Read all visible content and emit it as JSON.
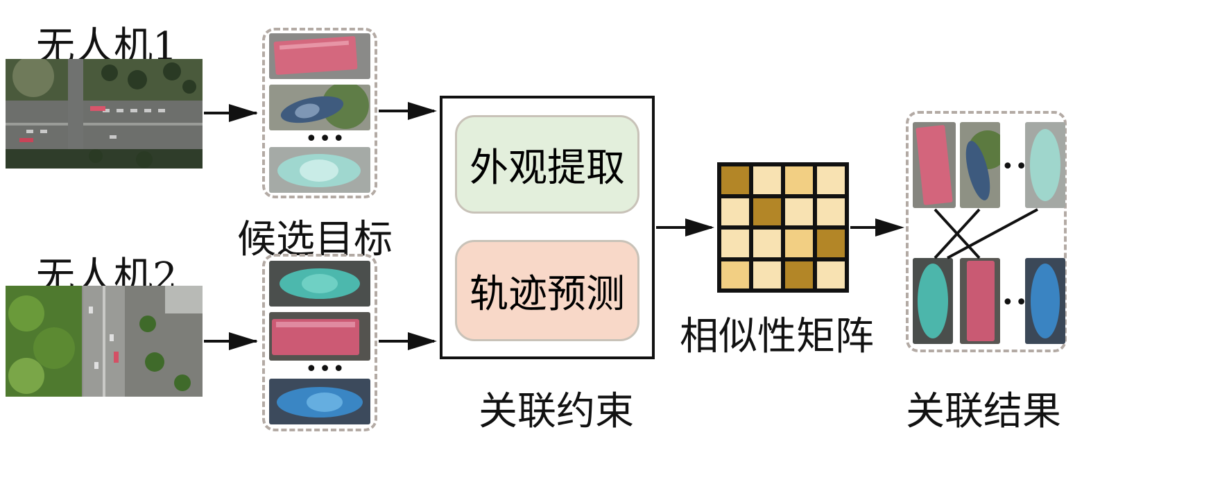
{
  "uav1": {
    "label": "无人机1"
  },
  "uav2": {
    "label": "无人机2"
  },
  "candidates": {
    "label": "候选目标",
    "ellipsis": "•••"
  },
  "constraint": {
    "label": "关联约束",
    "modules": [
      {
        "label": "外观提取",
        "color": "#e3efdc",
        "border": "#c8c2b8"
      },
      {
        "label": "轨迹预测",
        "color": "#f8d8c8",
        "border": "#c8c2b8"
      }
    ]
  },
  "matrix": {
    "label": "相似性矩阵",
    "colors": {
      "high": "#b38627",
      "low": "#f8e2b2",
      "mid": "#f2cf83"
    },
    "cells": [
      [
        "high",
        "low",
        "mid",
        "low"
      ],
      [
        "low",
        "high",
        "low",
        "low"
      ],
      [
        "low",
        "low",
        "mid",
        "high"
      ],
      [
        "mid",
        "low",
        "high",
        "low"
      ]
    ]
  },
  "result": {
    "label": "关联结果",
    "ellipsis": "•••"
  }
}
